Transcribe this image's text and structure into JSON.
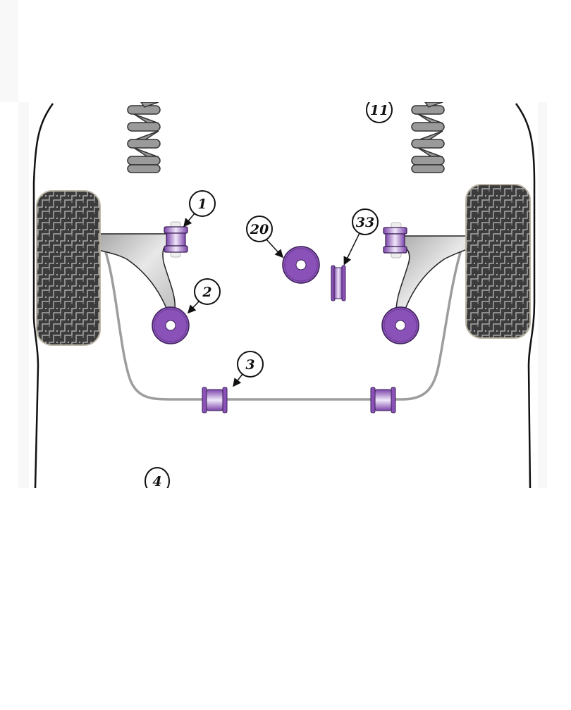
{
  "diagram": {
    "title": "Rear suspension bush locations",
    "colors": {
      "bush_purple": "#8a52b8",
      "bush_purple_light": "#d8c4ee",
      "arm_grey": "#c8c8c8",
      "tyre_dark": "#3c3c3c",
      "tyre_tread": "#9a9a9a",
      "spring_grey": "#9a9a9a",
      "outline": "#111111",
      "anti_roll_bar": "#9d9d9d"
    },
    "callouts": [
      {
        "id": "1",
        "label": "1",
        "part": "lower arm front bush (left)"
      },
      {
        "id": "2",
        "label": "2",
        "part": "lower arm rear bush (left)"
      },
      {
        "id": "3",
        "label": "3",
        "part": "anti-roll bar mounting bush"
      },
      {
        "id": "4",
        "label": "4",
        "part": "callout (partially visible)"
      },
      {
        "id": "11",
        "label": "11",
        "part": "callout near right spring"
      },
      {
        "id": "20",
        "label": "20",
        "part": "round bush"
      },
      {
        "id": "33",
        "label": "33",
        "part": "cylindrical bush"
      }
    ],
    "components": [
      "left-spring",
      "right-spring",
      "left-wheel",
      "right-wheel",
      "left-lower-arm",
      "right-lower-arm",
      "anti-roll-bar",
      "body-outline"
    ]
  }
}
